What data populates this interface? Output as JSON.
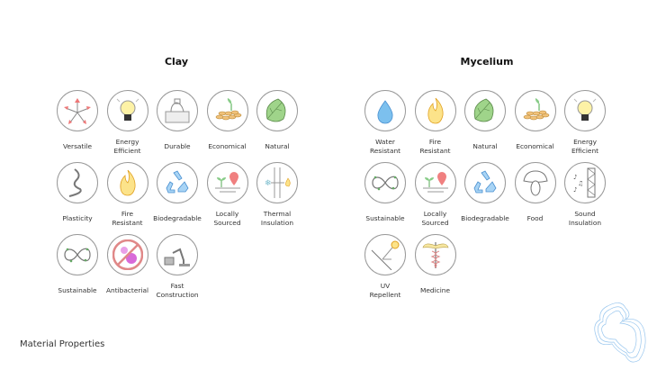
{
  "sections": [
    {
      "title": "Clay",
      "items": [
        {
          "label": "Versatile",
          "icon": "arrows-star-icon"
        },
        {
          "label": "Energy\nEfficient",
          "icon": "lightbulb-icon"
        },
        {
          "label": "Durable",
          "icon": "hammer-block-icon"
        },
        {
          "label": "Economical",
          "icon": "coins-sprout-icon"
        },
        {
          "label": "Natural",
          "icon": "leaf-icon"
        },
        {
          "label": "Plasticity",
          "icon": "rope-curve-icon"
        },
        {
          "label": "Fire\nResistant",
          "icon": "flame-icon"
        },
        {
          "label": "Biodegradable",
          "icon": "recycle-icon"
        },
        {
          "label": "Locally\nSourced",
          "icon": "location-pin-icon"
        },
        {
          "label": "Thermal\nInsulation",
          "icon": "thermal-wall-icon"
        },
        {
          "label": "Sustainable",
          "icon": "infinity-icon"
        },
        {
          "label": "Antibacterial",
          "icon": "no-bacteria-icon"
        },
        {
          "label": "Fast\nConstruction",
          "icon": "robot-arm-icon"
        }
      ]
    },
    {
      "title": "Mycelium",
      "items": [
        {
          "label": "Water\nResistant",
          "icon": "water-drop-icon"
        },
        {
          "label": "Fire\nResistant",
          "icon": "flame-icon"
        },
        {
          "label": "Natural",
          "icon": "leaf-icon"
        },
        {
          "label": "Economical",
          "icon": "coins-sprout-icon"
        },
        {
          "label": "Energy\nEfficient",
          "icon": "lightbulb-icon"
        },
        {
          "label": "Sustainable",
          "icon": "infinity-icon"
        },
        {
          "label": "Locally\nSourced",
          "icon": "location-pin-icon"
        },
        {
          "label": "Biodegradable",
          "icon": "recycle-icon"
        },
        {
          "label": "Food",
          "icon": "mushroom-icon"
        },
        {
          "label": "Sound\nInsulation",
          "icon": "sound-wall-icon"
        },
        {
          "label": "UV\nRepellent",
          "icon": "sun-reflect-icon"
        },
        {
          "label": "Medicine",
          "icon": "caduceus-icon"
        }
      ]
    }
  ],
  "footer": "Material Properties"
}
